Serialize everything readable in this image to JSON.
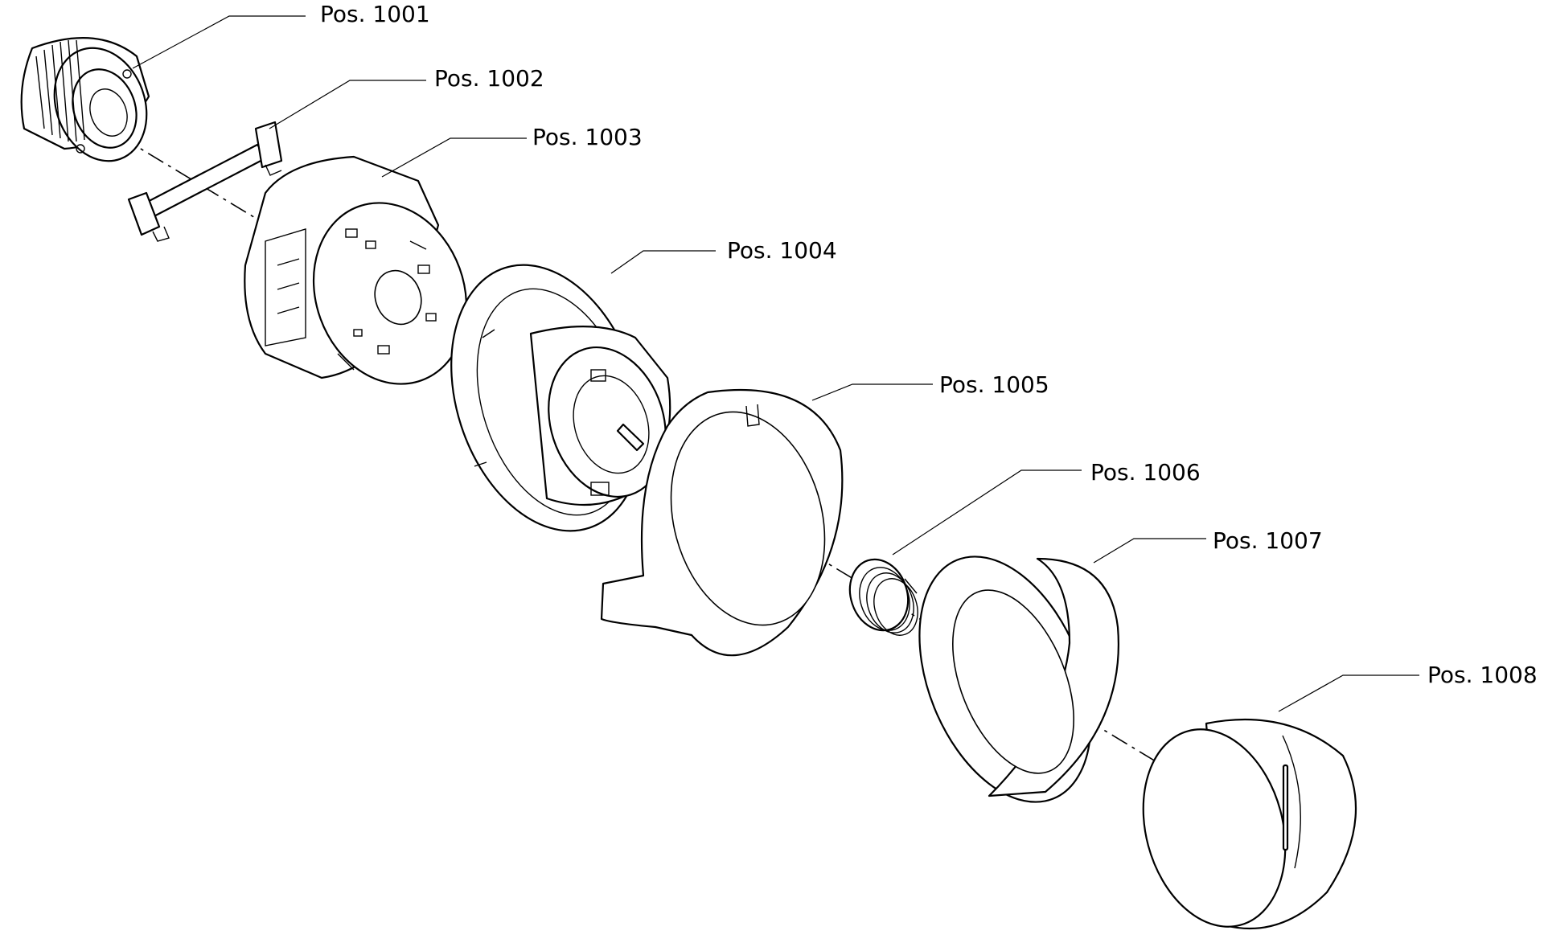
{
  "labels": {
    "pos_1001": "Pos. 1001",
    "pos_1002": "Pos. 1002",
    "pos_1003": "Pos. 1003",
    "pos_1004": "Pos. 1004",
    "pos_1005": "Pos. 1005",
    "pos_1006": "Pos. 1006",
    "pos_1007": "Pos. 1007",
    "pos_1008": "Pos. 1008"
  }
}
